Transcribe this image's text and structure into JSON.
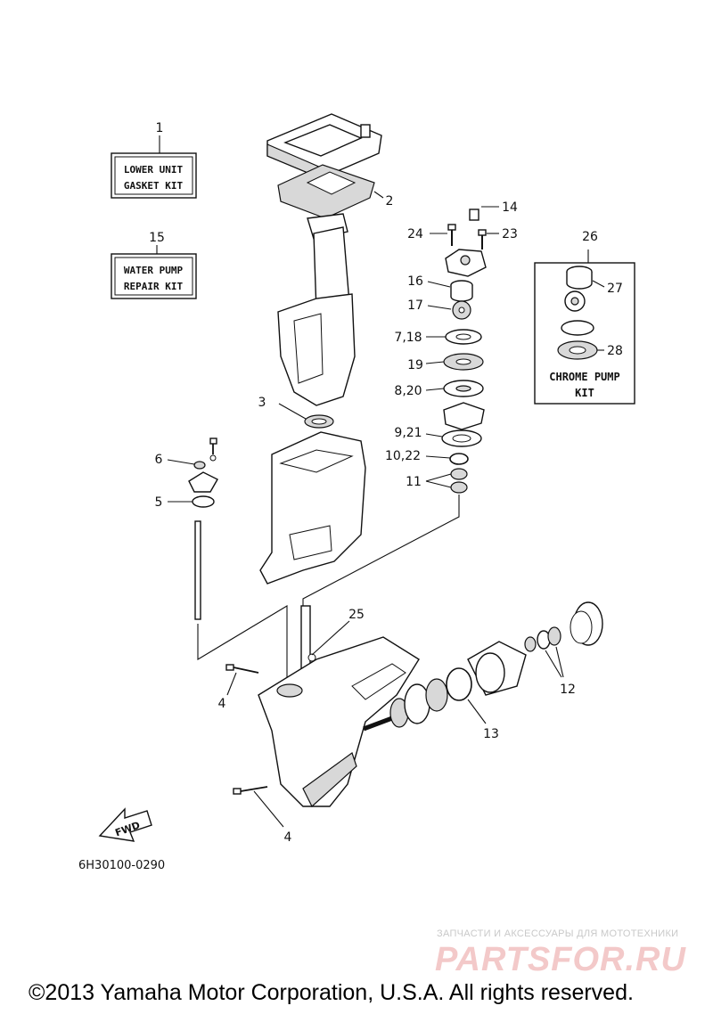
{
  "boxes": {
    "gasket_kit": {
      "line1": "LOWER UNIT",
      "line2": "GASKET KIT"
    },
    "water_pump_kit": {
      "line1": "WATER PUMP",
      "line2": "REPAIR KIT"
    },
    "chrome_pump_kit": {
      "line1": "CHROME PUMP",
      "line2": "KIT"
    }
  },
  "callouts": {
    "c1": "1",
    "c2": "2",
    "c3": "3",
    "c4a": "4",
    "c4b": "4",
    "c5": "5",
    "c6": "6",
    "c7_18": "7,18",
    "c8_20": "8,20",
    "c9_21": "9,21",
    "c10_22": "10,22",
    "c11": "11",
    "c12": "12",
    "c13": "13",
    "c14": "14",
    "c15": "15",
    "c16": "16",
    "c17": "17",
    "c19": "19",
    "c23": "23",
    "c24": "24",
    "c25": "25",
    "c26": "26",
    "c27": "27",
    "c28": "28"
  },
  "fwd_label": "FWD",
  "diagram_code": "6H30100-0290",
  "watermark": {
    "small": "ЗАПЧАСТИ И АКСЕССУАРЫ ДЛЯ МОТОТЕХНИКИ",
    "big": "PARTSFOR.RU"
  },
  "copyright": "©2013 Yamaha Motor Corporation, U.S.A. All rights reserved."
}
